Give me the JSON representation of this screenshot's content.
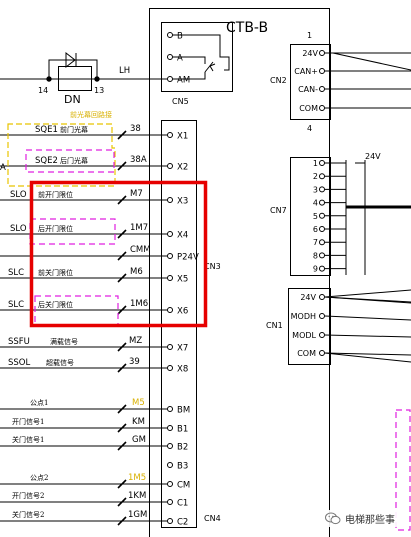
{
  "board": {
    "title": "CTB-B"
  },
  "colors": {
    "line": "#000000",
    "highlight": "#e60000",
    "yellow_dash": "#e8c400",
    "magenta_dash": "#e020e0",
    "yellow_text": "#d8b000"
  },
  "cn5": {
    "label": "CN5",
    "pins": [
      "B",
      "A",
      "AM"
    ],
    "left_terminals": [
      "14",
      "13"
    ],
    "dn_label": "DN",
    "lh_label": "LH"
  },
  "top_fade_text": "前光幕回路接",
  "cn3": {
    "label": "CN3",
    "pins": [
      "X1",
      "X2",
      "X3",
      "X4",
      "P24V",
      "X5",
      "X6"
    ],
    "rows": [
      {
        "switch": "SQE1",
        "desc": "前门光幕",
        "wire": "38"
      },
      {
        "switch": "SQE2",
        "desc": "后门光幕",
        "wire": "38A"
      },
      {
        "switch": "SLO",
        "desc": "前开门限位",
        "wire": "M7"
      },
      {
        "switch": "SLO",
        "desc": "后开门限位",
        "wire": "1M7"
      },
      {
        "switch": "",
        "desc": "",
        "wire": "CMM"
      },
      {
        "switch": "SLC",
        "desc": "前关门限位",
        "wire": "M6"
      },
      {
        "switch": "SLC",
        "desc": "后关门限位",
        "wire": "1M6"
      }
    ],
    "left_edge_label": "A"
  },
  "load_inputs": {
    "pins": [
      "X7",
      "X8"
    ],
    "rows": [
      {
        "switch": "SSFU",
        "desc": "满载信号",
        "wire": "MZ"
      },
      {
        "switch": "SSOL",
        "desc": "超载信号",
        "wire": "39"
      }
    ]
  },
  "cn4": {
    "label": "CN4",
    "pins": [
      "BM",
      "B1",
      "B2",
      "B3",
      "CM",
      "C1",
      "C2"
    ],
    "rows": [
      {
        "desc": "公点1",
        "wire": "M5"
      },
      {
        "desc": "开门信号1",
        "wire": "KM"
      },
      {
        "desc": "关门信号1",
        "wire": "GM"
      },
      {
        "desc": "",
        "wire": ""
      },
      {
        "desc": "公点2",
        "wire": "1M5"
      },
      {
        "desc": "开门信号2",
        "wire": "1KM"
      },
      {
        "desc": "关门信号2",
        "wire": "1GM"
      }
    ]
  },
  "cn2": {
    "label": "CN2",
    "num_top": "1",
    "num_bottom": "4",
    "pins": [
      "24V",
      "CAN+",
      "CAN-",
      "COM"
    ]
  },
  "cn7": {
    "label": "CN7",
    "pins": [
      "1",
      "2",
      "3",
      "4",
      "5",
      "6",
      "7",
      "8",
      "9"
    ],
    "voltage": "24V"
  },
  "cn1": {
    "label": "CN1",
    "pins": [
      "24V",
      "MODH",
      "MODL",
      "COM"
    ]
  },
  "watermark": {
    "icon": "wechat-icon",
    "text": "电梯那些事"
  }
}
